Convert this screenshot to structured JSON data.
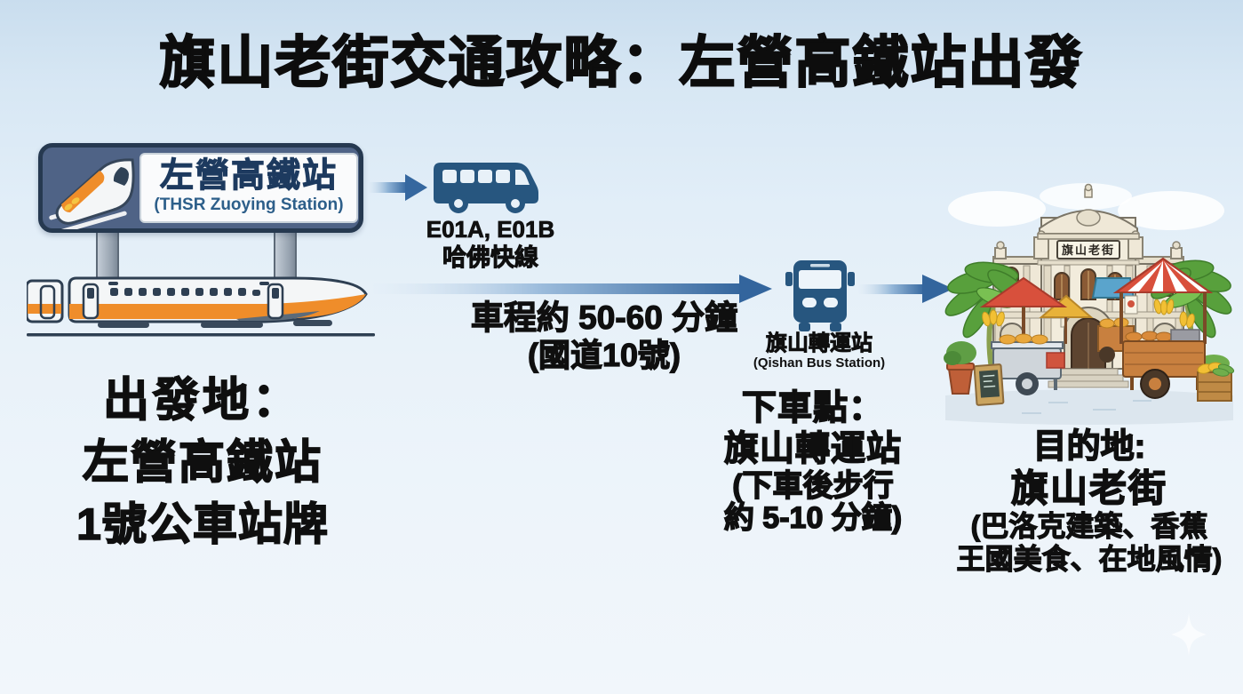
{
  "title": "旗山老街交通攻略：左營高鐵站出發",
  "origin": {
    "sign_zh": "左營高鐵站",
    "sign_en": "(THSR Zuoying Station)",
    "label_line1": "出發地：",
    "label_line2": "左營高鐵站",
    "label_line3": "1號公車站牌"
  },
  "route": {
    "bus_codes": "E01A, E01B",
    "bus_name": "哈佛快線",
    "duration": "車程約 50-60 分鐘",
    "road": "(國道10號)"
  },
  "transfer": {
    "station_zh": "旗山轉運站",
    "station_en": "(Qishan Bus Station)",
    "dropoff_line1": "下車點：",
    "dropoff_line2": "旗山轉運站",
    "dropoff_line3": "(下車後步行",
    "dropoff_line4": "約 5-10 分鐘)"
  },
  "destination": {
    "label_line1": "目的地:",
    "label_line2": "旗山老街",
    "label_line3": "(巴洛克建築、香蕉",
    "label_line4": "王國美食、在地風情)",
    "plaque": "旗山老街"
  },
  "icons": {
    "train_sign": "hsr-train-icon",
    "train_side": "hsr-train-side-illustration",
    "bus_side": "coach-bus-icon",
    "bus_front": "bus-front-icon",
    "building": "qishan-old-street-building",
    "sparkle": "sparkle-icon"
  },
  "colors": {
    "arrow_blue": "#35679f",
    "icon_navy": "#27567f",
    "sign_bg": "#4f6386",
    "sign_border": "#263950",
    "sign_text": "#1d3a5f",
    "sign_text_en": "#2d5f8a",
    "text_black": "#0f0f0f",
    "train_orange": "#ef8d2a",
    "background_top": "#c9ddee",
    "background_bottom": "#f1f6fb"
  }
}
